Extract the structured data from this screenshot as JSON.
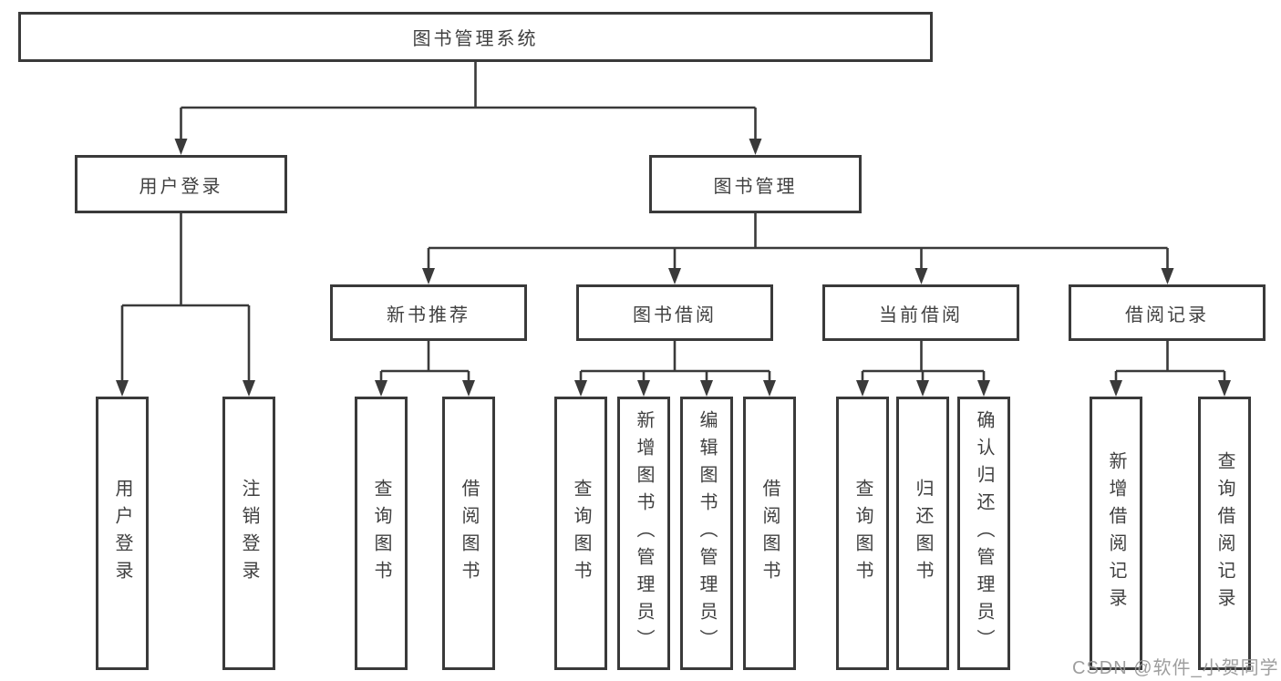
{
  "diagram": {
    "type": "hierarchy",
    "tree": {
      "label": "图书管理系统",
      "children": [
        {
          "label": "用户登录",
          "children": [
            {
              "label": "用户登录"
            },
            {
              "label": "注销登录"
            }
          ]
        },
        {
          "label": "图书管理",
          "children": [
            {
              "label": "新书推荐",
              "children": [
                {
                  "label": "查询图书"
                },
                {
                  "label": "借阅图书"
                }
              ]
            },
            {
              "label": "图书借阅",
              "children": [
                {
                  "label": "查询图书"
                },
                {
                  "label": "新增图书（管理员）"
                },
                {
                  "label": "编辑图书（管理员）"
                },
                {
                  "label": "借阅图书"
                }
              ]
            },
            {
              "label": "当前借阅",
              "children": [
                {
                  "label": "查询图书"
                },
                {
                  "label": "归还图书"
                },
                {
                  "label": "确认归还（管理员）"
                }
              ]
            },
            {
              "label": "借阅记录",
              "children": [
                {
                  "label": "新增借阅记录"
                },
                {
                  "label": "查询借阅记录"
                }
              ]
            }
          ]
        }
      ]
    }
  },
  "watermark": {
    "text": "CSDN @软件_小贺同学"
  },
  "colors": {
    "line": "#3a3a3a",
    "box_border": "#3a3a3a",
    "text": "#404040",
    "background": "#ffffff",
    "watermark": "#969696"
  }
}
